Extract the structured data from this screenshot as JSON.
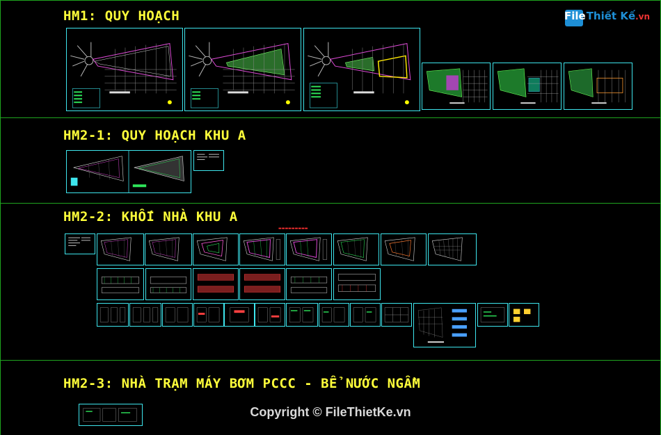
{
  "sections": {
    "hm1": "HM1: QUY HOẠCH",
    "hm2_1": "HM2-1: QUY HOẠCH KHU A",
    "hm2_2": "HM2-2: KHỐI NHÀ KHU A",
    "hm2_3": "HM2-3: NHÀ TRẠM MÁY BƠM PCCC - BỂ NƯỚC NGẦM"
  },
  "logo": {
    "brand_a": "File",
    "brand_b": "Thiết Kế",
    "brand_c": ".vn"
  },
  "watermark": "Copyright © FileThietKe.vn",
  "colors": {
    "frame": "#3ee6ee",
    "title": "#ffff3a",
    "divider": "#1fa51f",
    "background": "#000000"
  }
}
